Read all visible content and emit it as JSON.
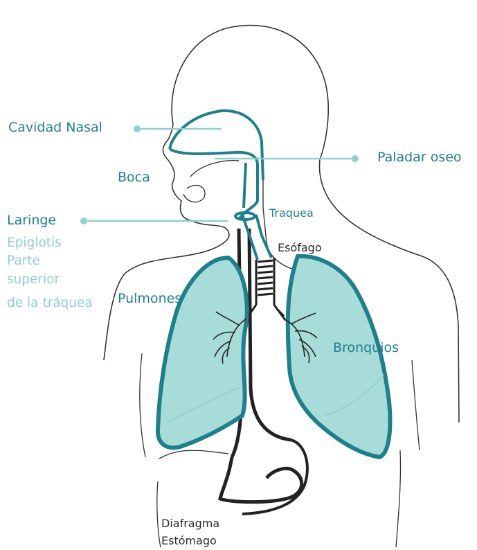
{
  "labels": {
    "cavidad_nasal": "Cavidad Nasal",
    "paladar_oseo": "Paladar oseo",
    "boca": "Boca",
    "laringe": "Laringe",
    "epiglotis": "Epiglotis",
    "parte": "Parte",
    "superior": "superior",
    "de_la_traquea": "de la tráquea",
    "traquea": "Traquea",
    "esofago": "Esófago",
    "pulmones": "Pulmones",
    "bronquios": "Bronquios",
    "diafragma": "Diafragma",
    "estomago": "Estómago"
  },
  "colors": {
    "teal_dark": "#1f7f8c",
    "teal_light": "#8fd0cc",
    "lung_fill": "#a8dcd8",
    "outline": "#222222"
  }
}
